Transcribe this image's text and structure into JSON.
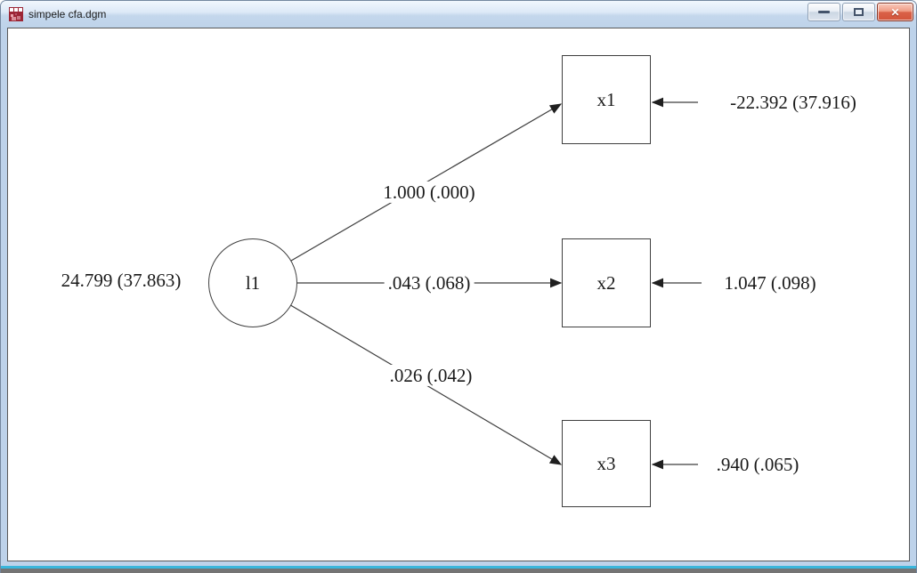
{
  "window": {
    "title": "simpele cfa.dgm",
    "controls": {
      "minimize_icon": "minimize-dash",
      "maximize_icon": "maximize-square",
      "close_glyph": "✕"
    }
  },
  "diagram": {
    "latent_variable": {
      "label": "l1",
      "variance": "24.799 (37.863)"
    },
    "indicators": [
      {
        "label": "x1",
        "loading": "1.000 (.000)",
        "error": "-22.392 (37.916)"
      },
      {
        "label": "x2",
        "loading": ".043 (.068)",
        "error": "1.047 (.098)"
      },
      {
        "label": "x3",
        "loading": ".026 (.042)",
        "error": ".940 (.065)"
      }
    ]
  }
}
